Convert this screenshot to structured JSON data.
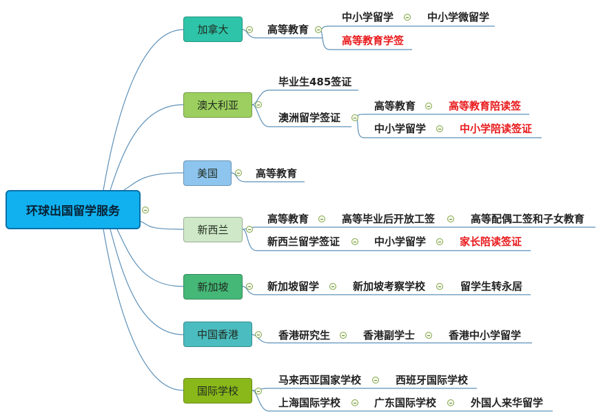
{
  "root": {
    "label": "环球出国留学服务"
  },
  "countries": [
    {
      "label": "加拿大",
      "color": "#2ec4a9"
    },
    {
      "label": "澳大利亚",
      "color": "#9ccf5f"
    },
    {
      "label": "美国",
      "color": "#8dc5ef"
    },
    {
      "label": "新西兰",
      "color": "#cfe8c7"
    },
    {
      "label": "新加坡",
      "color": "#45b877"
    },
    {
      "label": "中国香港",
      "color": "#4bbcbf"
    },
    {
      "label": "国际学校",
      "color": "#8ab81a"
    }
  ],
  "leaves": {
    "canada_higher_edu": "高等教育",
    "canada_k12": "中小学留学",
    "canada_k12_micro": "中小学微留学",
    "canada_higher_visa": "高等教育学签",
    "au_graduate_485": "毕业生485签证",
    "au_study_visa": "澳洲留学签证",
    "au_higher_edu": "高等教育",
    "au_higher_accompany": "高等教育陪读签",
    "au_k12": "中小学留学",
    "au_k12_accompany": "中小学陪读签证",
    "us_higher_edu": "高等教育",
    "nz_higher_edu": "高等教育",
    "nz_post_study_work": "高等毕业后开放工签",
    "nz_spouse_work_children": "高等配偶工签和子女教育",
    "nz_study_visa": "新西兰留学签证",
    "nz_k12": "中小学留学",
    "nz_parent_visa": "家长陪读签证",
    "sg_study": "新加坡留学",
    "sg_exam_school": "新加坡考察学校",
    "sg_pr": "留学生转永居",
    "hk_postgrad": "香港研究生",
    "hk_associate": "香港副学士",
    "hk_k12": "香港中小学留学",
    "intl_malaysia": "马来西亚国家学校",
    "intl_spain": "西班牙国际学校",
    "intl_shanghai": "上海国际学校",
    "intl_guangdong": "广东国际学校",
    "intl_foreigners": "外国人来华留学"
  },
  "colors": {
    "connector": "#5b8fb7",
    "root_fill": "#11b1ef",
    "highlight": "#e8191b"
  }
}
